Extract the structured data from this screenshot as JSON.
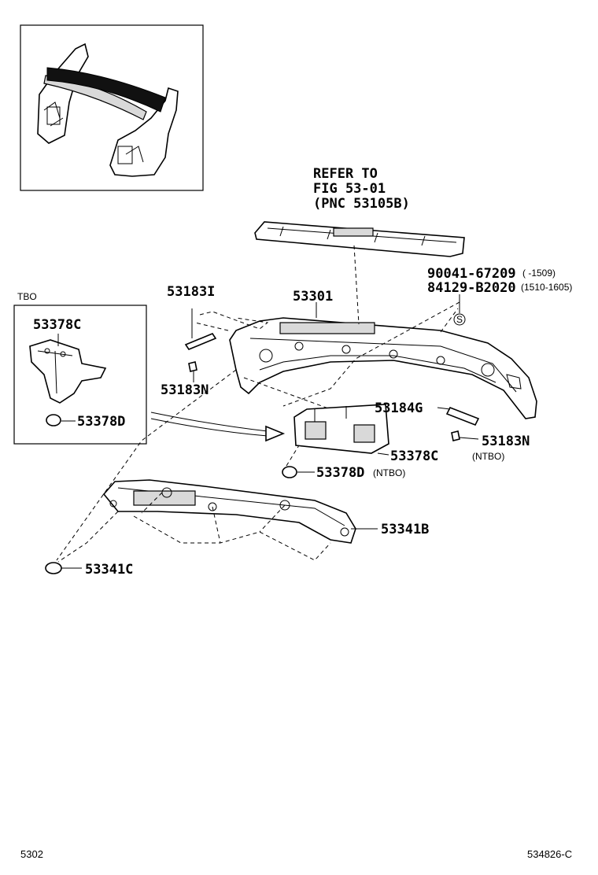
{
  "labels": {
    "refer_line1": "REFER TO",
    "refer_line2": "FIG 53-01",
    "refer_line3": "(PNC 53105B)",
    "p90041": "90041-67209",
    "p90041_range": "(      -1509)",
    "p84129": "84129-B2020",
    "p84129_range": "(1510-1605)",
    "screw_marker": "S",
    "p53183I": "53183I",
    "p53301": "53301",
    "p53183N_left": "53183N",
    "p53184G": "53184G",
    "p53183N_right": "53183N",
    "p53378C_ntbo": "53378C",
    "ntbo_tag_c": "(NTBO)",
    "p53378D_ntbo": "53378D",
    "ntbo_tag_d": "(NTBO)",
    "p53341B": "53341B",
    "p53341C": "53341C",
    "tbo_title": "TBO",
    "p53378C_tbo": "53378C",
    "p53378D_tbo": "53378D"
  },
  "footer": {
    "left_code": "5302",
    "right_code": "534826-C"
  }
}
